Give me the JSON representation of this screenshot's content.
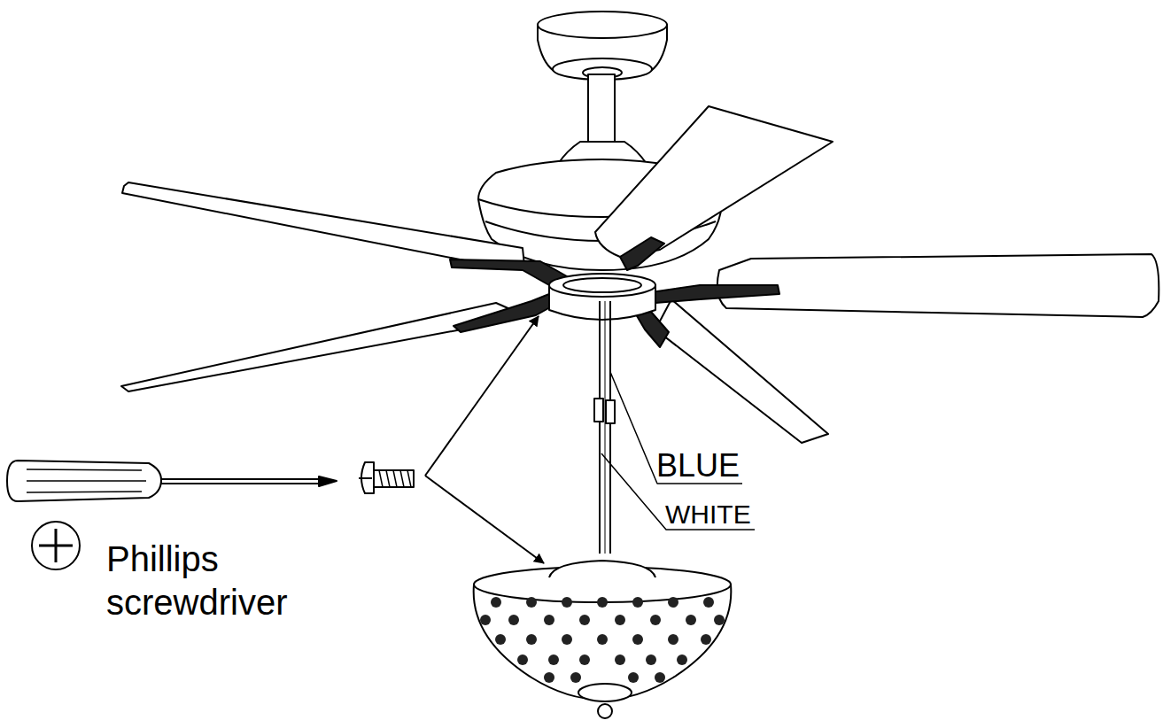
{
  "diagram": {
    "labels": [
      "BLUE",
      "WHITE",
      "Phillips screwdriver"
    ]
  }
}
